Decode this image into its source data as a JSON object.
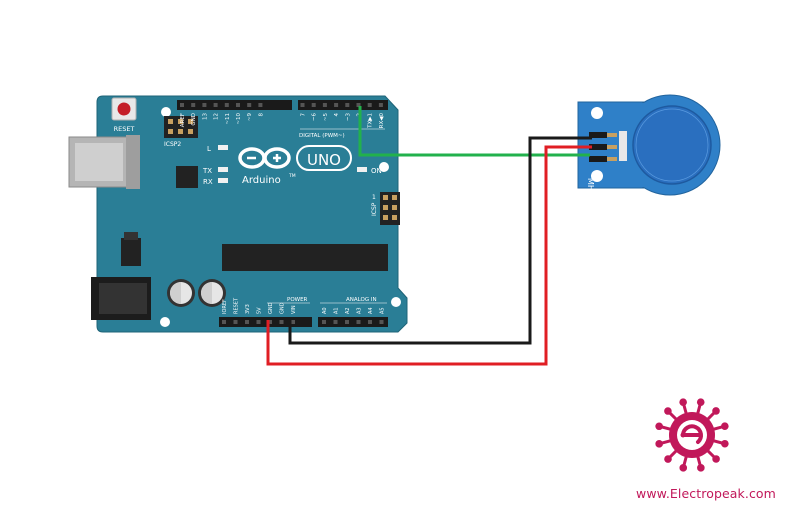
{
  "board": {
    "reset_label": "RESET",
    "icsp2_label": "ICSP2",
    "l_label": "L",
    "tx_label": "TX",
    "rx_label": "RX",
    "on_label": "ON",
    "uno_label": "UNO",
    "arduino_label": "Arduino",
    "tm_label": "TM",
    "digital_label": "DIGITAL (PWM~)",
    "icsp_label": "ICSP",
    "icsp_pin1": "1",
    "power_label": "POWER",
    "analog_label": "ANALOG IN",
    "top_header_labels": [
      "AREF",
      "GND",
      "13",
      "12",
      "~11",
      "~10",
      "~9",
      "8",
      "7",
      "~6",
      "~5",
      "4",
      "~3",
      "2",
      "TX▶1",
      "RX◀0"
    ],
    "power_header_labels": [
      "IOREF",
      "RESET",
      "3V3",
      "5V",
      "GND",
      "GND",
      "VIN"
    ],
    "analog_header_labels": [
      "A0",
      "A1",
      "A2",
      "A3",
      "A4",
      "A5"
    ]
  },
  "sensor": {
    "label": "MH"
  },
  "colors": {
    "board": "#2a7e96",
    "sensor_board": "#2f80c8",
    "touch_pad": "#2a6fbf",
    "wire_signal": "#22b14c",
    "wire_vcc": "#e01e24",
    "wire_gnd": "#1a1a1a",
    "brand": "#c1185a"
  },
  "footer": {
    "website": "www.Electropeak.com"
  }
}
